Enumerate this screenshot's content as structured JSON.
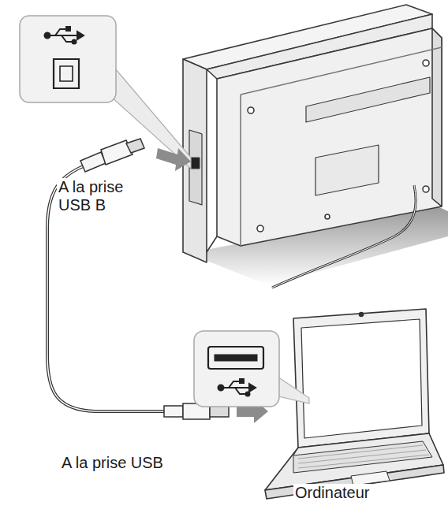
{
  "diagram": {
    "labels": [
      "A la prise USB B",
      "A la prise USB",
      "Ordinateur"
    ]
  }
}
